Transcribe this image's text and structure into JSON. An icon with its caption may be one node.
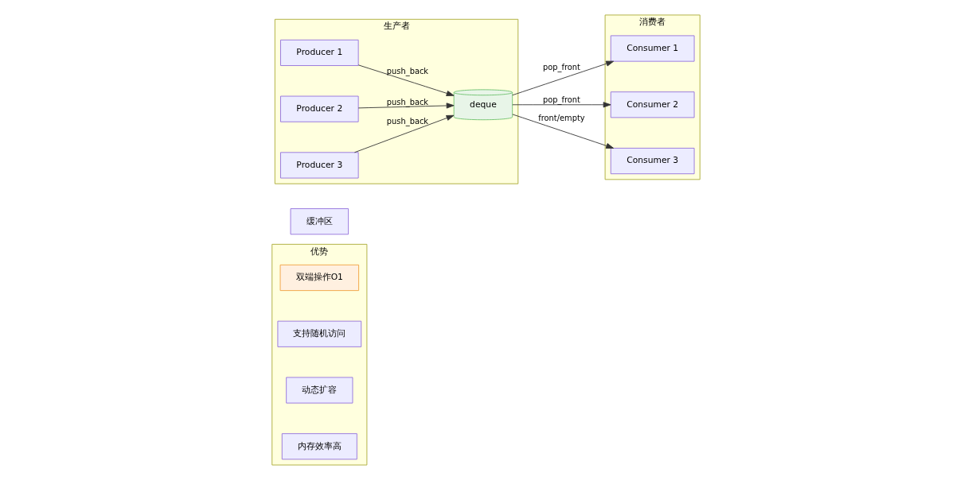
{
  "diagram": {
    "nodes": [
      {
        "text": [
          "优势"
        ]
      },
      {
        "text": [
          "双端操作O1"
        ],
        "in": 0
      },
      {
        "text": [
          "支持随机访问"
        ],
        "in": 0
      },
      {
        "text": [
          "动态扩容"
        ],
        "in": 0
      },
      {
        "text": [
          "内存效率高"
        ],
        "in": 0
      },
      {
        "text": [
          "缓冲区"
        ]
      },
      {
        "text": [
          "生产者"
        ]
      },
      {
        "text": [
          "Producer 1"
        ],
        "in": 6
      },
      {
        "text": [
          "Producer 2"
        ],
        "in": 6
      },
      {
        "text": [
          "Producer 3"
        ],
        "in": 6
      },
      {
        "text": [
          "deque"
        ],
        "in": 6
      },
      {
        "text": [
          "消费者"
        ]
      },
      {
        "text": [
          "Consumer 1"
        ],
        "in": 11
      },
      {
        "text": [
          "Consumer 2"
        ],
        "in": 11
      },
      {
        "text": [
          "Consumer 3"
        ],
        "in": 11
      }
    ],
    "edges": [
      {
        "from": 7,
        "to": 10,
        "arrow": "to",
        "label": "push_back"
      },
      {
        "from": 8,
        "to": 10,
        "arrow": "to",
        "label": "push_back"
      },
      {
        "from": 9,
        "to": 10,
        "arrow": "to",
        "label": "push_back"
      },
      {
        "from": 10,
        "to": 12,
        "arrow": "to",
        "label": "pop_front"
      },
      {
        "from": 10,
        "to": 13,
        "arrow": "to",
        "label": "pop_front"
      },
      {
        "from": 10,
        "to": 14,
        "arrow": "to",
        "label": "front/empty"
      }
    ]
  }
}
